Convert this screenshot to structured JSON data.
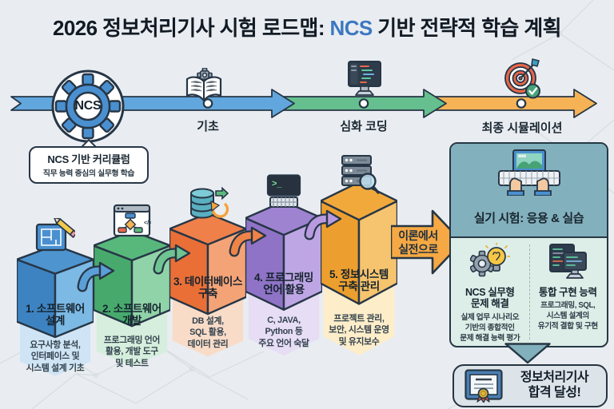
{
  "title": {
    "prefix": "2026 정보처리기사 시험 로드맵: ",
    "highlight": "NCS",
    "suffix": " 기반 전략적 학습 계획",
    "highlight_color": "#3c78c0"
  },
  "timeline": {
    "stages": [
      {
        "label": "기초",
        "icon": "open-book-gear-icon",
        "color": "#61a7dd"
      },
      {
        "label": "심화 코딩",
        "icon": "code-monitor-icon",
        "color": "#66bf8e"
      },
      {
        "label": "최종 시뮬레이션",
        "icon": "target-dart-check-icon",
        "color": "#f6b355"
      }
    ],
    "badge": {
      "label": "NCS",
      "icon": "gear-icon"
    },
    "callout": {
      "title": "NCS 기반 커리큘럼",
      "subtitle": "직무 능력 중심의 실무형 학습"
    }
  },
  "steps": [
    {
      "label_lines": [
        "1. 소프트웨어",
        "설계"
      ],
      "desc_lines": [
        "요구사항 분석,",
        "인터페이스 및",
        "시스템 설계 기초"
      ],
      "icon": "blueprint-pencil-icon",
      "colors": {
        "top": "#4e94cf",
        "main": "#3d83c1",
        "light": "#7cb9e4",
        "banner": "#cfe4f4",
        "arrow": "#5b9fd8"
      }
    },
    {
      "label_lines": [
        "2. 소프트웨어",
        "개발"
      ],
      "desc_lines": [
        "프로그래밍 언어",
        "활용, 개발 도구",
        "및 테스트"
      ],
      "icon": "flowchart-window-icon",
      "colors": {
        "top": "#58b87c",
        "main": "#47aa6c",
        "light": "#90d3a8",
        "banner": "#d5eedd",
        "arrow": "#6fc492"
      }
    },
    {
      "label_lines": [
        "3. 데이터베이스",
        "구축"
      ],
      "desc_lines": [
        "DB 설계,",
        "SQL 활용,",
        "데이터 관리"
      ],
      "icon": "database-sync-icon",
      "colors": {
        "top": "#ef8049",
        "main": "#e96f37",
        "light": "#f4a377",
        "banner": "#f9dcc8",
        "arrow": "#f08348"
      }
    },
    {
      "label_lines": [
        "4. 프로그래밍",
        "언어 활용"
      ],
      "desc_lines": [
        "C, JAVA,",
        "Python 등",
        "주요 언어 숙달"
      ],
      "icon": "terminal-keyboard-icon",
      "colors": {
        "top": "#9e83d1",
        "main": "#8f73c6",
        "light": "#bea6e5",
        "banner": "#e7ddf5",
        "arrow": "#b99ae0"
      }
    },
    {
      "label_lines": [
        "5. 정보시스템",
        "구축 관리"
      ],
      "desc_lines": [
        "프로젝트 관리,",
        "보안, 시스템 운영",
        "및 유지보수"
      ],
      "icon": "server-magnifier-icon",
      "colors": {
        "top": "#f2a93c",
        "main": "#ec9f2e",
        "light": "#f6c46e",
        "banner": "#fdedc9",
        "arrow": "#f5a843"
      }
    }
  ],
  "transition_arrow": {
    "lines": [
      "이론에서",
      "실전으로"
    ],
    "color": "#f5a843"
  },
  "practical_panel": {
    "title": "실기 시험: 응용 & 실습",
    "icon": "hands-on-keyboard-icon",
    "colors": {
      "header_bg": "#83b0bd",
      "body_bg": "#ddeee8",
      "border": "#263844"
    },
    "columns": [
      {
        "icon": "gear-lightbulb-icon",
        "title_lines": [
          "NCS 실무형",
          "문제 해결"
        ],
        "desc_lines": [
          "실제 업무 시나리오",
          "기반의 종합적인",
          "문제 해결 능력 평가"
        ]
      },
      {
        "icon": "dual-monitor-code-icon",
        "title_lines": [
          "통합 구현 능력"
        ],
        "desc_lines": [
          "프로그래밍, SQL,",
          "시스템 설계의",
          "유기적 결합 및 구현"
        ]
      }
    ]
  },
  "result": {
    "lines": [
      "정보처리기사",
      "합격 달성!"
    ],
    "icon": "certificate-icon"
  }
}
